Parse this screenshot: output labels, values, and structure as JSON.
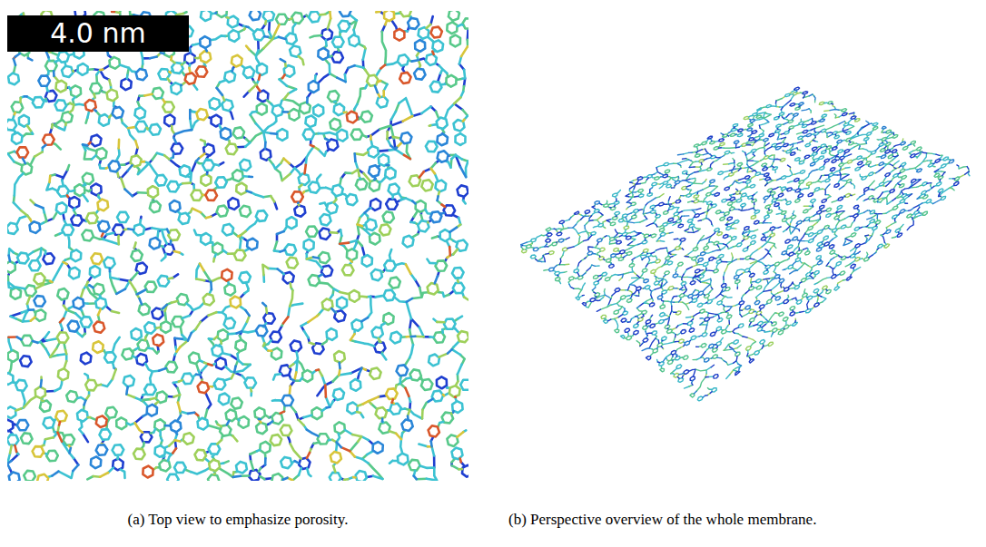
{
  "diagram": {
    "nodes": [
      {
        "text": [
          "4.0 nm"
        ]
      }
    ],
    "labels": [
      "(a) Top view to emphasize porosity.",
      "(b) Perspective overview of the whole membrane."
    ]
  }
}
